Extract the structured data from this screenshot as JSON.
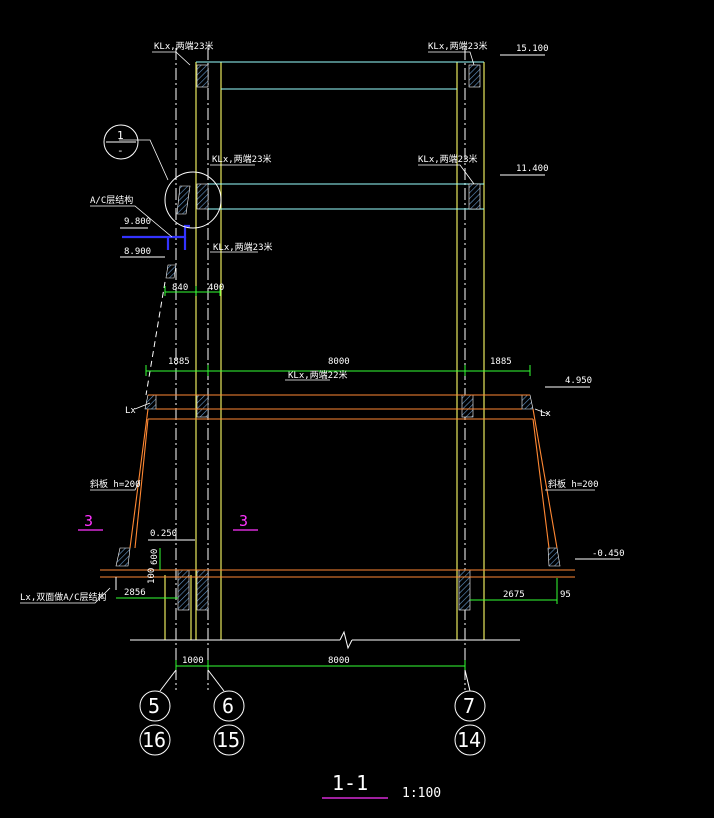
{
  "colors": {
    "background": "#000000",
    "line_white": "#ffffff",
    "line_yellow": "#ffff66",
    "line_cyan": "#99ffff",
    "line_orange": "#ff8833",
    "line_green": "#33ff33",
    "line_blue": "#3333ff",
    "marker_magenta": "#ff33ff",
    "hatch": "#6699cc"
  },
  "labels": {
    "beam_top_left": "KLx,两端23米",
    "beam_top_right": "KLx,两端23米",
    "beam_mid_left": "KLx,两端23米",
    "beam_mid_right": "KLx,两端23米",
    "beam_lower_left": "KLx,两端23米",
    "beam_upper_span": "KLx,两端22米",
    "ac_platform": "A/C层结构",
    "slab_left": "斜板 h=200",
    "slab_right": "斜板 h=200",
    "lx_left": "Lx",
    "lx_right": "Lx",
    "lx_bottom": "Lx,双面做A/C层结构"
  },
  "elevations": {
    "e1": "15.100",
    "e2": "11.400",
    "e3": "9.800",
    "e4": "8.900",
    "e5": "4.950",
    "e6": "0.250",
    "e7": "-0.450"
  },
  "dimensions": {
    "d840": "840",
    "d400": "400",
    "d1885_left": "1885",
    "d8000_top": "8000",
    "d1885_right": "1885",
    "d600": "600",
    "d100": "100",
    "d2856": "2856",
    "d2675": "2675",
    "d95": "95",
    "d1000": "1000",
    "d8000_bottom": "8000"
  },
  "markers": {
    "detail_top": "1",
    "detail_bottom": "-",
    "section_left": "3",
    "section_mid": "3"
  },
  "axes": [
    {
      "top": "5",
      "bottom": "16"
    },
    {
      "top": "6",
      "bottom": "15"
    },
    {
      "top": "7",
      "bottom": "14"
    }
  ],
  "title": {
    "name": "1-1",
    "scale": "1:100"
  }
}
